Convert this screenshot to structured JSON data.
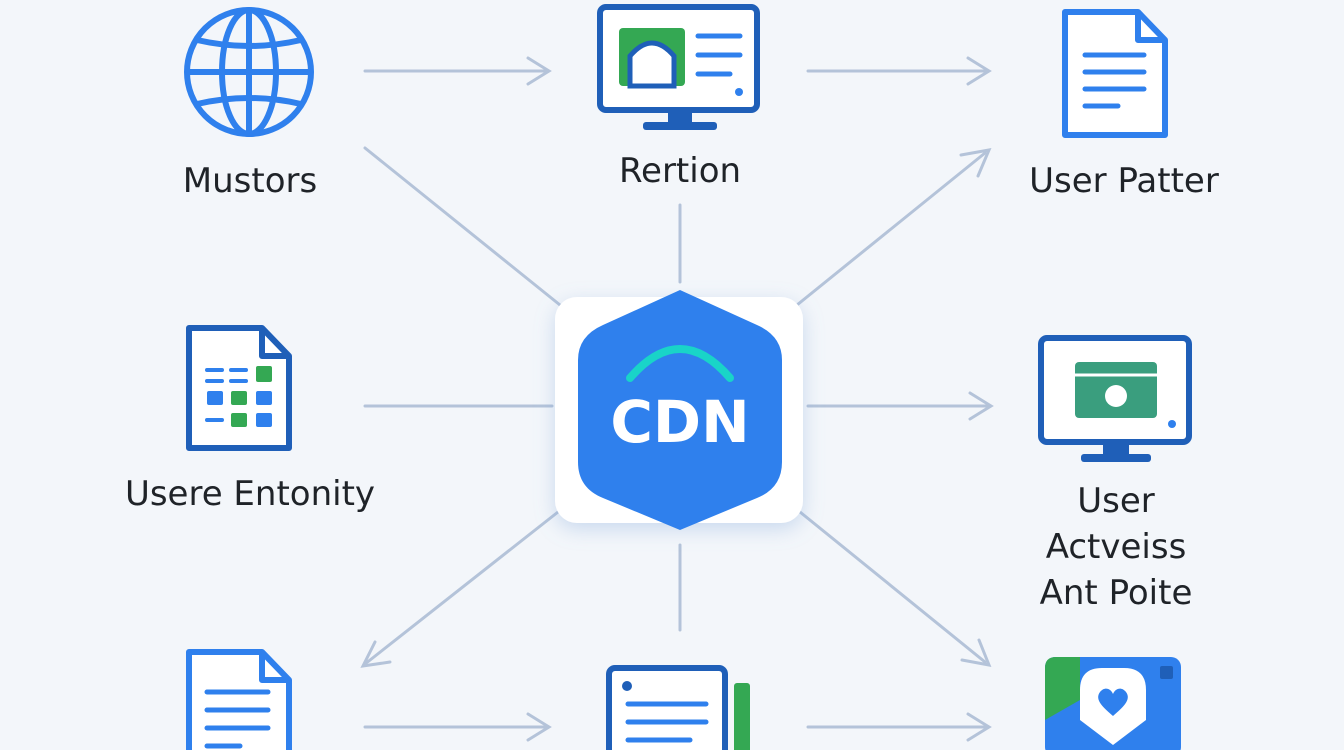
{
  "hub": {
    "label": "CDN",
    "icon": "cdn-hub-icon",
    "color": "#2f80ed"
  },
  "nodes": [
    {
      "id": "mustors",
      "label": "Mustors",
      "icon": "globe-icon"
    },
    {
      "id": "rertion",
      "label": "Rertion",
      "icon": "monitor-icon"
    },
    {
      "id": "user-patter",
      "label": "User Patter",
      "icon": "document-icon"
    },
    {
      "id": "usere-entonity",
      "label": "Usere Entonity",
      "icon": "spreadsheet-document-icon"
    },
    {
      "id": "user-actveiss",
      "label": "User Actveiss\nAnt Poite",
      "icon": "monitor-icon"
    },
    {
      "id": "bottom-left",
      "label": "",
      "icon": "document-icon"
    },
    {
      "id": "bottom-center",
      "label": "",
      "icon": "form-document-icon"
    },
    {
      "id": "bottom-right",
      "label": "",
      "icon": "heart-photo-icon"
    }
  ],
  "colors": {
    "primary": "#2f80ed",
    "dark_blue": "#1f5fb8",
    "green": "#34a853",
    "teal": "#3a9e7e",
    "arrow": "#b4c3d9",
    "background": "#f3f6fa"
  }
}
